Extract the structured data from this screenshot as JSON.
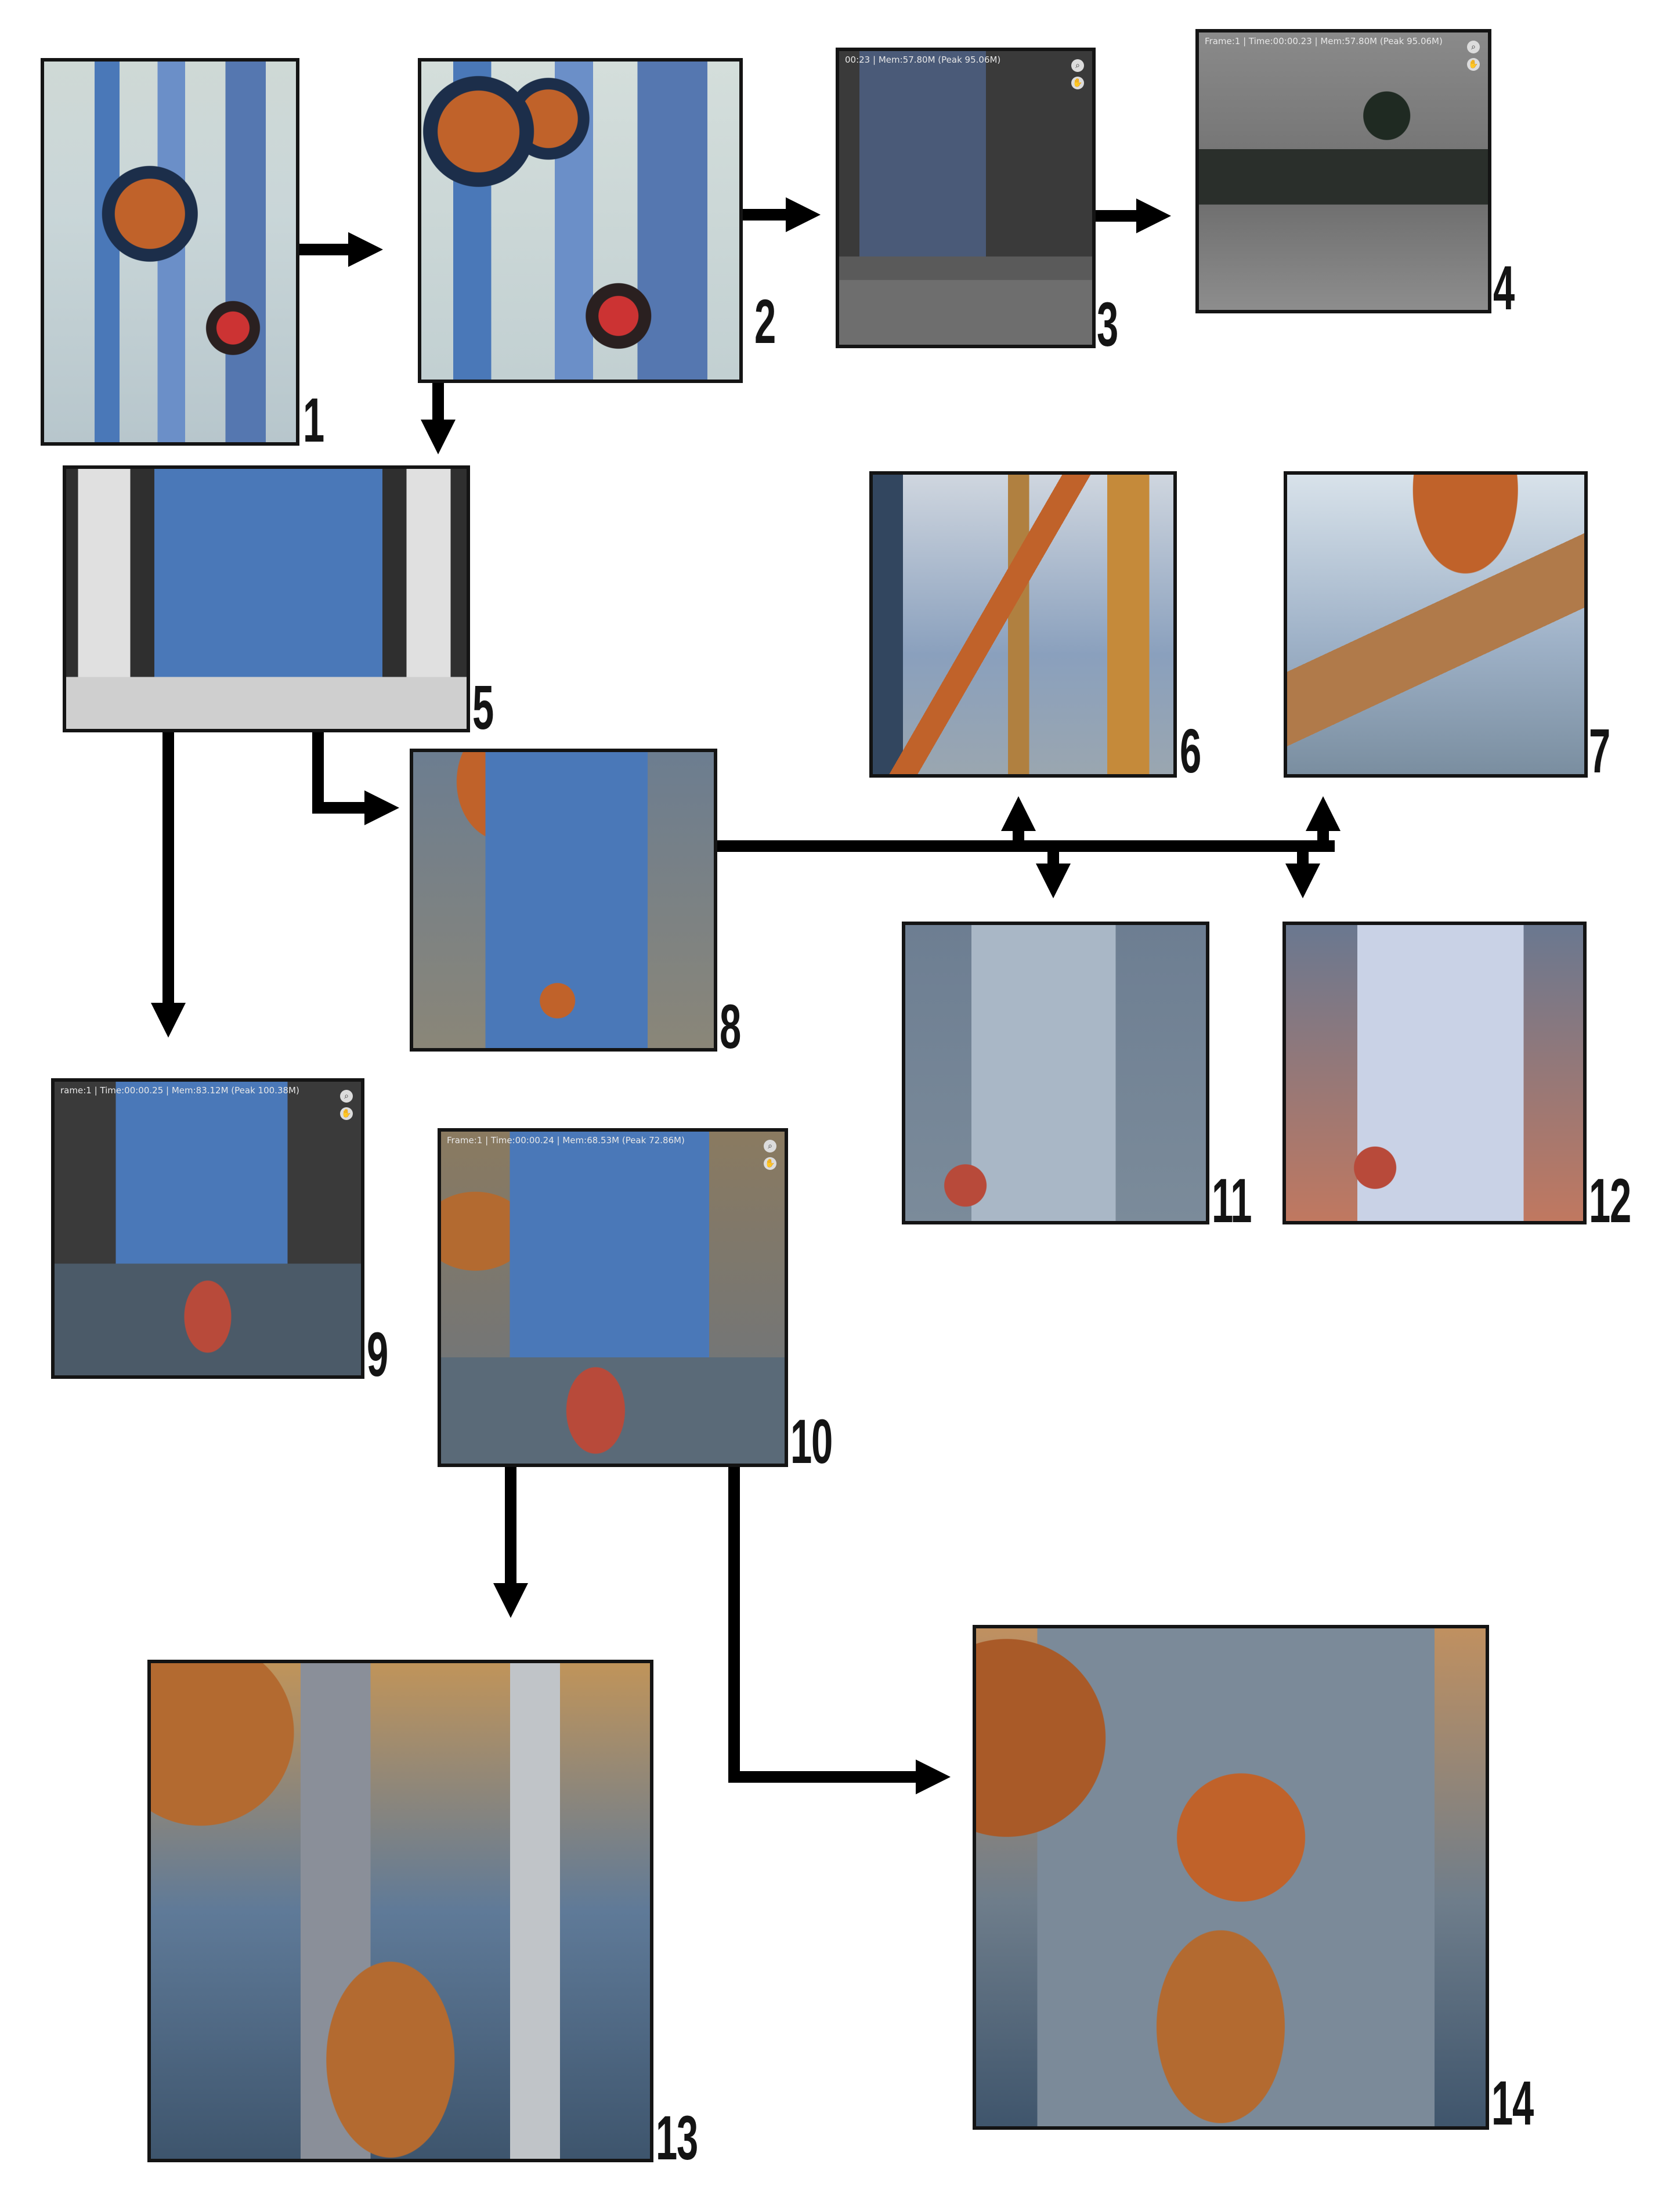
{
  "panels": [
    {
      "number": "1"
    },
    {
      "number": "2"
    },
    {
      "number": "3",
      "hud": "00:23 | Mem:57.80M (Peak 95.06M)"
    },
    {
      "number": "4",
      "hud": "Frame:1 | Time:00:00.23 | Mem:57.80M (Peak 95.06M)"
    },
    {
      "number": "5"
    },
    {
      "number": "6"
    },
    {
      "number": "7"
    },
    {
      "number": "8"
    },
    {
      "number": "9",
      "hud": "rame:1 | Time:00:00.25 | Mem:83.12M (Peak 100.38M)"
    },
    {
      "number": "10",
      "hud": "Frame:1 | Time:00:00.24 | Mem:68.53M (Peak 72.86M)"
    },
    {
      "number": "11"
    },
    {
      "number": "12"
    },
    {
      "number": "13"
    },
    {
      "number": "14"
    }
  ],
  "colors": {
    "arrow": "#000000",
    "pipe_blue": "#4a78b8",
    "copper": "#c0622a",
    "render_gray": "#3a3a3a",
    "paper": "#dfe6df"
  },
  "icons": [
    "zoom-icon",
    "hand-pan-icon"
  ]
}
